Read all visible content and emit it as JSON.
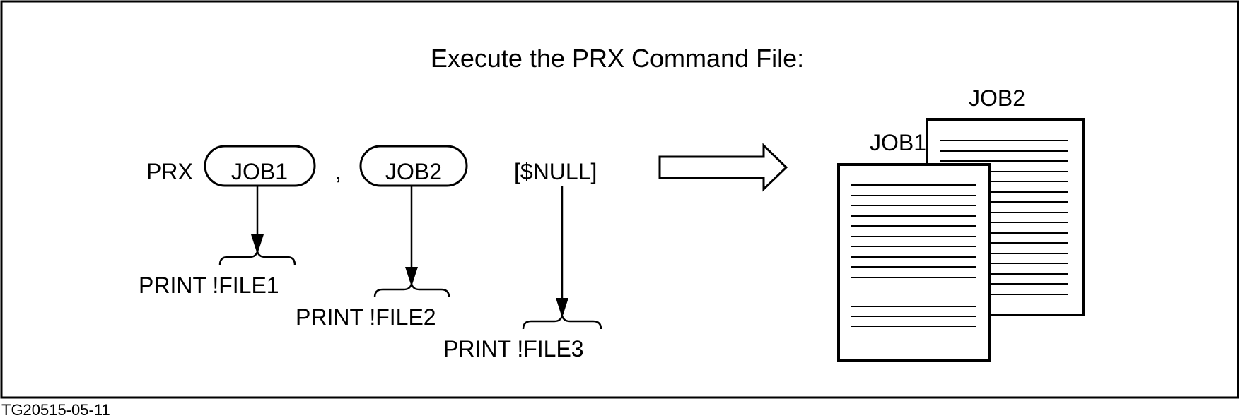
{
  "diagram": {
    "title": "Execute the PRX Command File:",
    "command": {
      "name": "PRX",
      "separator": ",",
      "param1": "JOB1",
      "param2": "JOB2",
      "param3": "[$NULL]"
    },
    "targets": {
      "t1": "PRINT !FILE1",
      "t2": "PRINT !FILE2",
      "t3": "PRINT !FILE3"
    },
    "documents": {
      "front": "JOB1",
      "back": "JOB2"
    },
    "figure_id": "TG20515-05-11"
  },
  "colors": {
    "ink": "#000000",
    "paper": "#ffffff"
  }
}
